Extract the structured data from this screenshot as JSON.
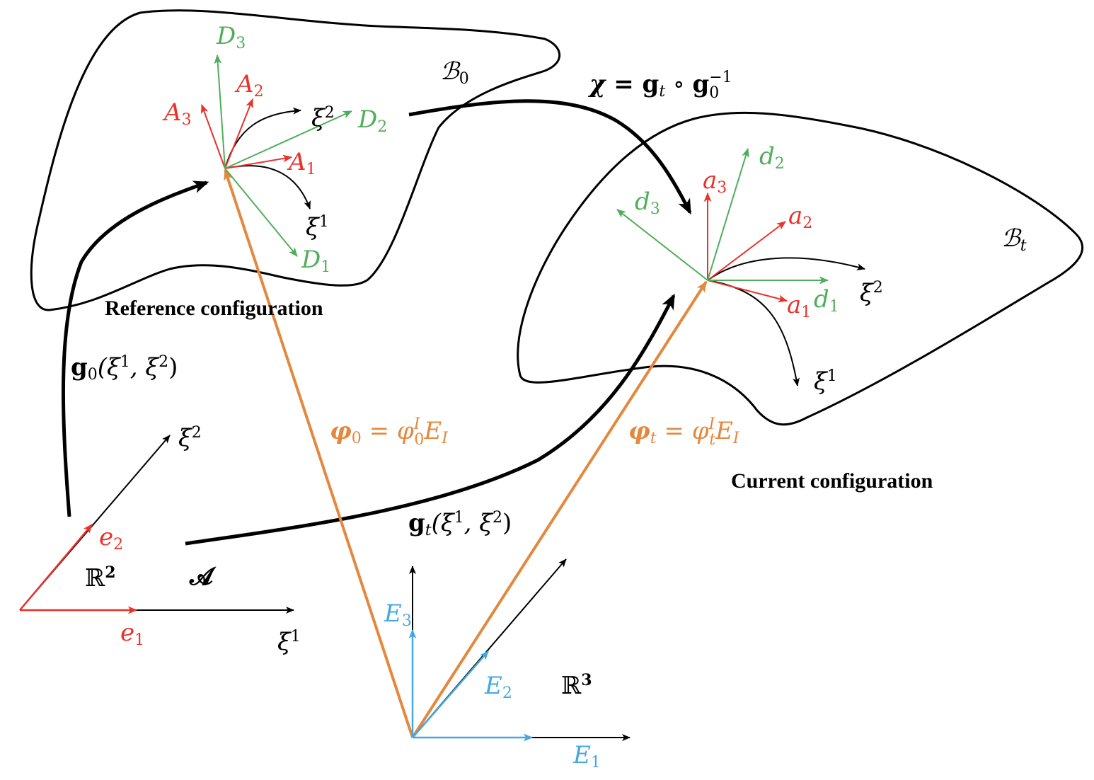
{
  "colors": {
    "black": "#000000",
    "red": "#e8322a",
    "green": "#4fae5a",
    "blue": "#45a7e0",
    "orange": "#e3883e"
  },
  "captions": {
    "reference": "Reference configuration",
    "current": "Current configuration"
  },
  "symbols": {
    "B0": "ℬ",
    "B0_sub": "0",
    "Bt": "ℬ",
    "Bt_sub": "t",
    "chi_lhs": "χ = ",
    "chi_g1": "g",
    "chi_g1_sub": "t",
    "chi_circ": " ∘ ",
    "chi_g2": "g",
    "chi_g2_sub": "0",
    "chi_g2_sup": "−1",
    "g0_g": "g",
    "g0_sub": "0",
    "g0_args": "(ξ",
    "g0_a1": "1",
    "g0_mid": ", ξ",
    "g0_a2": "2",
    "g0_end": ")",
    "gt_g": "g",
    "gt_sub": "t",
    "gt_args": "(ξ",
    "gt_a1": "1",
    "gt_mid": ", ξ",
    "gt_a2": "2",
    "gt_end": ")",
    "phi0_phi": "φ",
    "phi0_sub": "0",
    "phi0_eq": " = φ",
    "phi0_sup": "I",
    "phi0_sub2": "0",
    "phi0_E": "E",
    "phi0_Esub": "I",
    "phit_phi": "φ",
    "phit_sub": "t",
    "phit_eq": " = φ",
    "phit_sup": "I",
    "phit_sub2": "t",
    "phit_E": "E",
    "phit_Esub": "I",
    "R2": "ℝ",
    "R2_sup": "2",
    "R3": "ℝ",
    "R3_sup": "3",
    "A_script": "𝓐",
    "xi": "ξ",
    "one": "1",
    "two": "2",
    "A1": "A",
    "A1_sub": "1",
    "A2": "A",
    "A2_sub": "2",
    "A3": "A",
    "A3_sub": "3",
    "D1": "D",
    "D1_sub": "1",
    "D2": "D",
    "D2_sub": "2",
    "D3": "D",
    "D3_sub": "3",
    "a1": "a",
    "a1_sub": "1",
    "a2": "a",
    "a2_sub": "2",
    "a3": "a",
    "a3_sub": "3",
    "d1": "d",
    "d1_sub": "1",
    "d2": "d",
    "d2_sub": "2",
    "d3": "d",
    "d3_sub": "3",
    "e1": "e",
    "e1_sub": "1",
    "e2": "e",
    "e2_sub": "2",
    "E1": "E",
    "E1_sub": "1",
    "E2": "E",
    "E2_sub": "2",
    "E3": "E",
    "E3_sub": "3"
  }
}
